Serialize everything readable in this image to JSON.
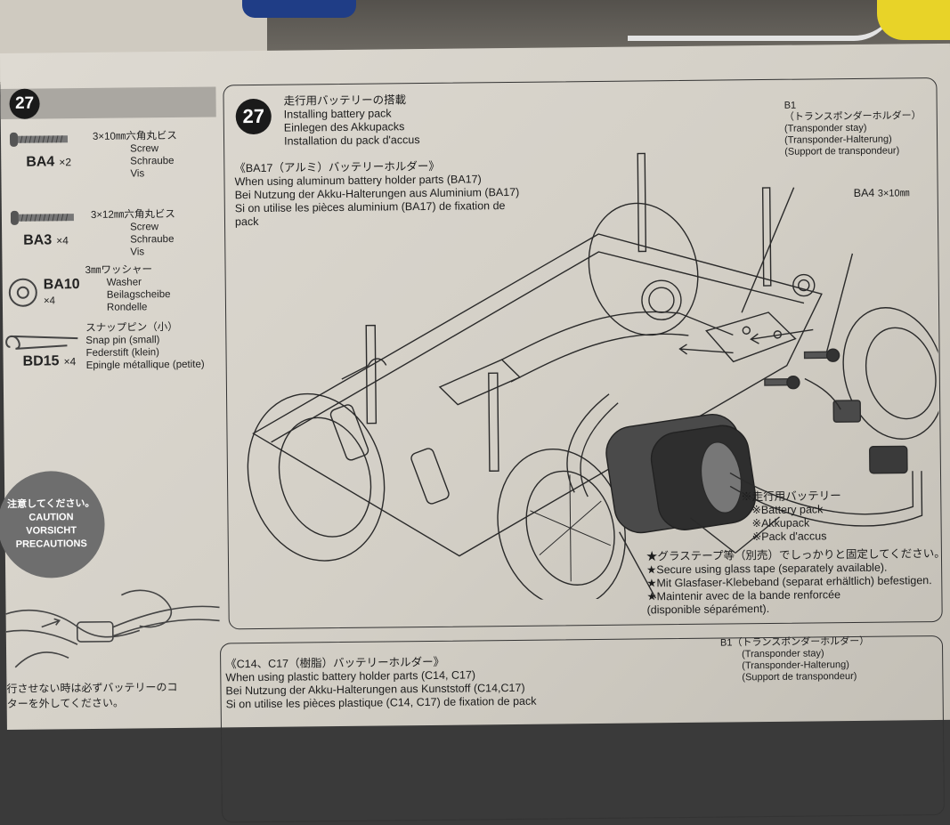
{
  "left": {
    "step": "27",
    "parts": [
      {
        "code": "BA4",
        "qty": "×2",
        "desc": [
          "3×10㎜六角丸ビス",
          "Screw",
          "Schraube",
          "Vis"
        ]
      },
      {
        "code": "BA3",
        "qty": "×4",
        "desc": [
          "3×12㎜六角丸ビス",
          "Screw",
          "Schraube",
          "Vis"
        ]
      },
      {
        "code": "BA10",
        "qty": "×4",
        "desc": [
          "3㎜ワッシャー",
          "Washer",
          "Beilagscheibe",
          "Rondelle"
        ]
      },
      {
        "code": "BD15",
        "qty": "×4",
        "desc": [
          "スナップピン（小）",
          "Snap pin (small)",
          "Federstift (klein)",
          "Epingle métallique (petite)"
        ]
      }
    ],
    "caution": [
      "注意してください。",
      "CAUTION",
      "VORSICHT",
      "PRECAUTIONS"
    ],
    "bottom": [
      "行させない時は必ずバッテリーのコ",
      "ターを外してください。"
    ]
  },
  "panel": {
    "step": "27",
    "title": [
      "走行用バッテリーの搭載",
      "Installing battery pack",
      "Einlegen des Akkupacks",
      "Installation du pack d'accus"
    ],
    "section_a": [
      "《BA17（アルミ）バッテリーホルダー》",
      "When using aluminum battery holder parts (BA17)",
      "Bei Nutzung der Akku-Halterungen aus Aluminium (BA17)",
      "Si on utilise les pièces aluminium (BA17) de fixation de",
      "pack"
    ],
    "b1": [
      "B1",
      "（トランスポンダーホルダー）",
      "(Transponder stay)",
      "(Transponder-Halterung)",
      "(Support de transpondeur)"
    ],
    "ba4": {
      "code": "BA4",
      "size": "3×10㎜"
    },
    "battery": [
      "※走行用バッテリー",
      "※Battery pack",
      "※Akkupack",
      "※Pack d'accus"
    ],
    "tape": [
      "★グラステープ等（別売）でしっかりと固定してください。",
      "★Secure using glass tape (separately available).",
      "★Mit Glasfaser-Klebeband (separat erhältlich) befestigen.",
      "★Maintenir avec de la bande renforcée",
      "(disponible séparément)."
    ]
  },
  "panel2": {
    "section_c": [
      "《C14、C17（樹脂）バッテリーホルダー》",
      "When using plastic battery holder parts (C14, C17)",
      "Bei Nutzung der Akku-Halterungen aus Kunststoff (C14,C17)",
      "Si on utilise les pièces plastique (C14, C17) de fixation de pack"
    ],
    "b1": [
      "B1",
      "（トランスポンダーホルダー）",
      "(Transponder stay)",
      "(Transponder-Halterung)",
      "(Support de transpondeur)"
    ]
  }
}
